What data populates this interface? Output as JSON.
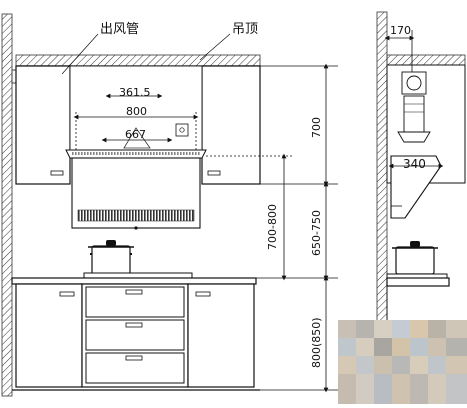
{
  "labels": {
    "exhaust_pipe": "出风管",
    "ceiling": "吊顶"
  },
  "dimensions": {
    "pipe_width": "361.5",
    "hood_width": "800",
    "hood_inner_width": "667",
    "cabinet_height": "700",
    "hood_to_stove": "700-800",
    "stove_clearance": "650-750",
    "counter_height": "800(850)",
    "side_depth_top": "170",
    "side_depth_hood": "340"
  }
}
